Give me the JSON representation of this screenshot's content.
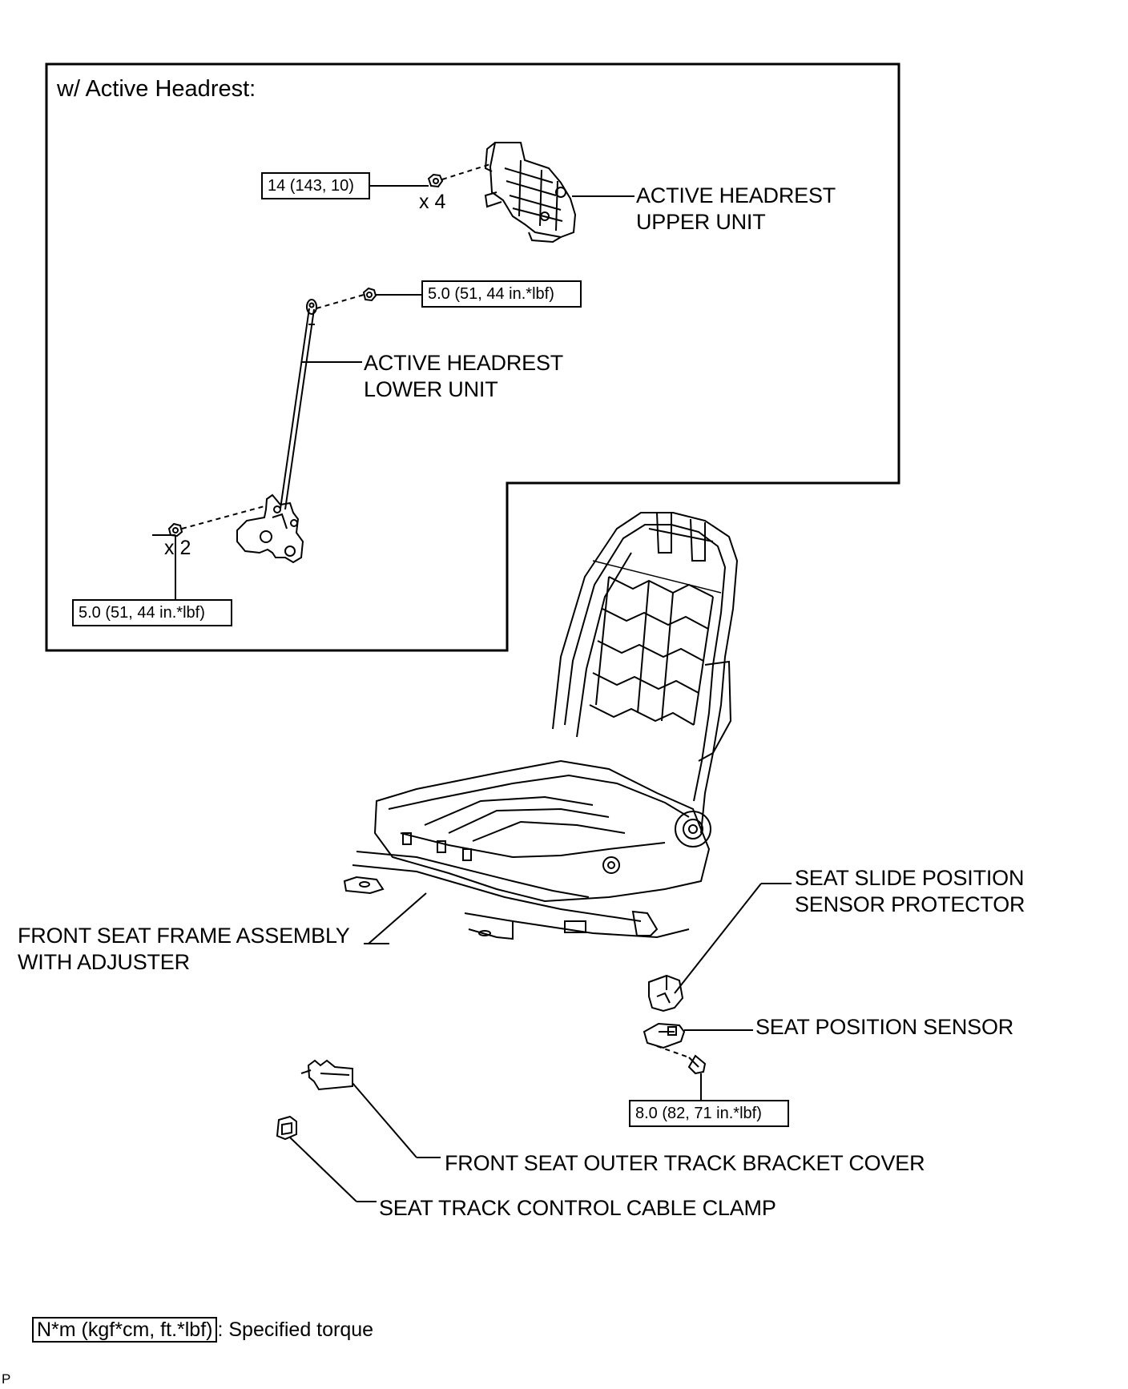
{
  "inset": {
    "title": "w/ Active Headrest:",
    "torque_upper": "14 (143, 10)",
    "count_upper": "x 4",
    "label_upper": [
      "ACTIVE HEADREST",
      "UPPER UNIT"
    ],
    "torque_lower_top": "5.0 (51, 44 in.*lbf)",
    "label_lower": [
      "ACTIVE HEADREST",
      "LOWER UNIT"
    ],
    "count_lower": "x 2",
    "torque_lower_bottom": "5.0 (51, 44 in.*lbf)"
  },
  "main": {
    "frame_label": [
      "FRONT SEAT FRAME ASSEMBLY",
      "WITH ADJUSTER"
    ],
    "slide_protector_label": [
      "SEAT SLIDE POSITION",
      "SENSOR PROTECTOR"
    ],
    "position_sensor_label": "SEAT POSITION SENSOR",
    "sensor_torque": "8.0 (82, 71 in.*lbf)",
    "bracket_cover_label": "FRONT SEAT OUTER TRACK BRACKET COVER",
    "cable_clamp_label": "SEAT TRACK CONTROL CABLE CLAMP"
  },
  "legend": {
    "unit_box": "N*m (kgf*cm, ft.*lbf)",
    "unit_desc": ": Specified torque"
  },
  "corner_code": "P"
}
